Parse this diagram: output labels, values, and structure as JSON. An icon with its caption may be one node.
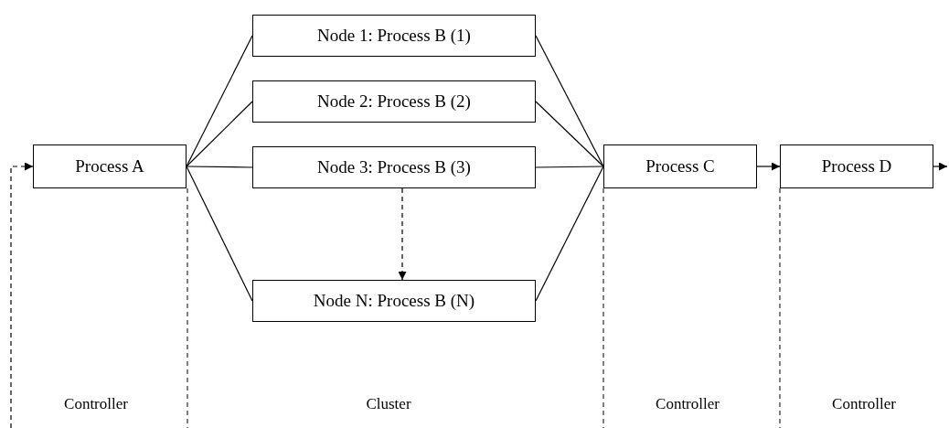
{
  "diagram": {
    "nodes": [
      {
        "text": [
          "Process A"
        ]
      },
      {
        "text": [
          "Node 1: Process B (1)"
        ]
      },
      {
        "text": [
          "Node 2: Process B (2)"
        ]
      },
      {
        "text": [
          "Node 3: Process B (3)"
        ]
      },
      {
        "text": [
          "Node N: Process B (N)"
        ]
      },
      {
        "text": [
          "Process C"
        ]
      },
      {
        "text": [
          "Process D"
        ]
      }
    ],
    "edges": [
      {
        "from": null,
        "to": 0,
        "arrow": "to",
        "style": "dashed"
      },
      {
        "from": 0,
        "to": 1,
        "arrow": "none"
      },
      {
        "from": 0,
        "to": 2,
        "arrow": "none"
      },
      {
        "from": 0,
        "to": 3,
        "arrow": "none"
      },
      {
        "from": 0,
        "to": 4,
        "arrow": "none"
      },
      {
        "from": 1,
        "to": 5,
        "arrow": "none"
      },
      {
        "from": 2,
        "to": 5,
        "arrow": "none"
      },
      {
        "from": 3,
        "to": 5,
        "arrow": "none"
      },
      {
        "from": 4,
        "to": 5,
        "arrow": "none"
      },
      {
        "from": 3,
        "to": 4,
        "arrow": "to",
        "style": "dashed"
      },
      {
        "from": 5,
        "to": 6,
        "arrow": "to"
      },
      {
        "from": 6,
        "to": null,
        "arrow": "to"
      }
    ],
    "labels": [
      "Controller",
      "Cluster",
      "Controller",
      "Controller"
    ]
  }
}
